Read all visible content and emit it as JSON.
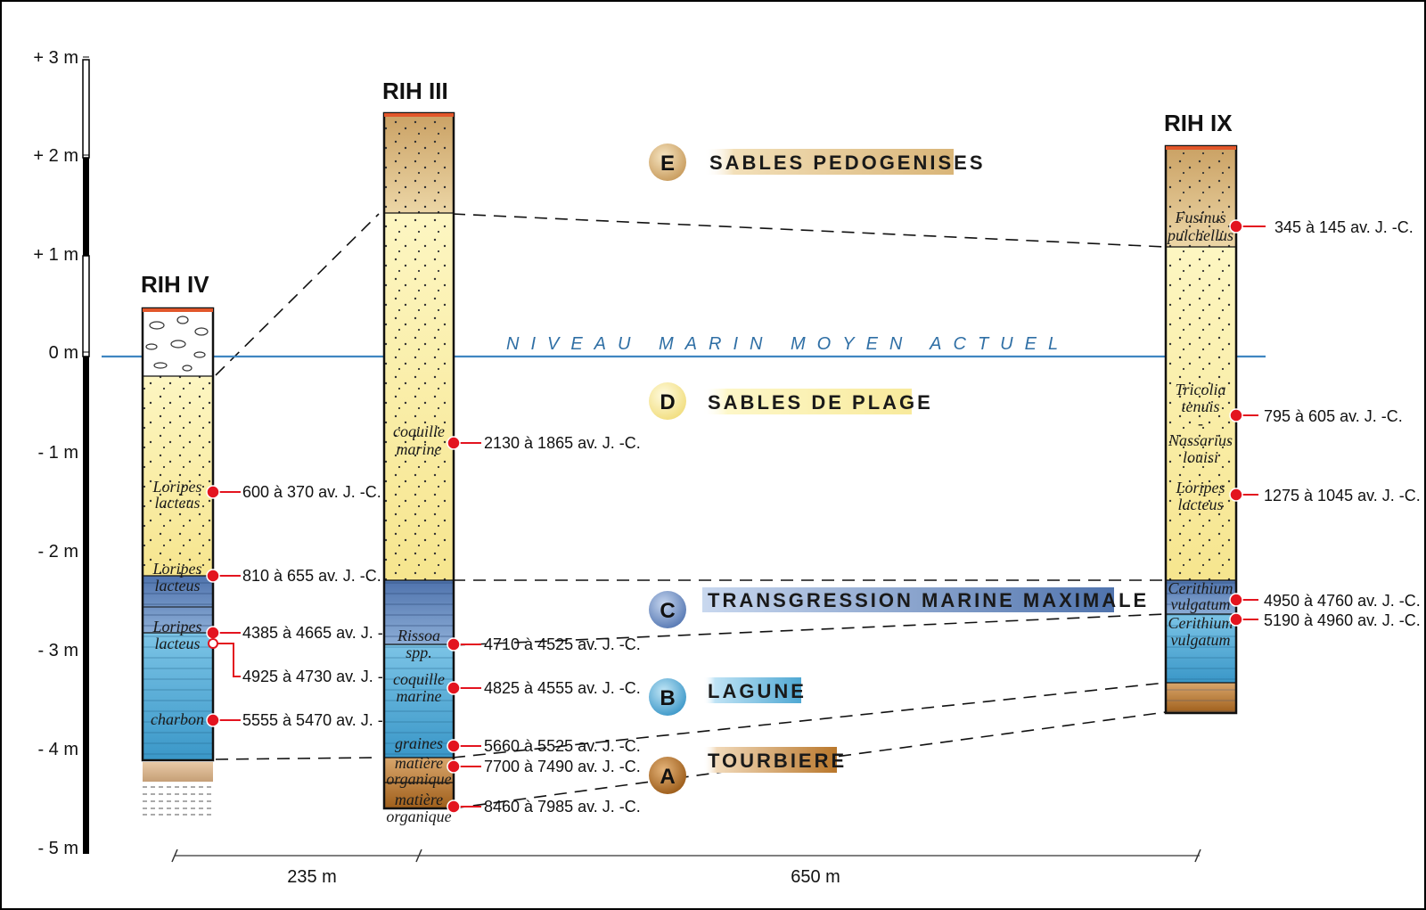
{
  "axis": {
    "ticks": [
      "+ 3 m",
      "+ 2 m",
      "+ 1 m",
      "0 m",
      "- 1 m",
      "- 2 m",
      "- 3 m",
      "- 4 m",
      "- 5 m"
    ]
  },
  "columns": {
    "c4": {
      "title": "RIH IV",
      "labels": [
        [
          "Loripes",
          "lacteus"
        ],
        [
          "Loripes",
          "lacteus"
        ],
        [
          "Loripes",
          "lacteus"
        ],
        [
          "charbon"
        ]
      ],
      "dates": [
        "600 à 370 av. J. -C.",
        "810 à 655 av. J. -C.",
        "4385 à 4665 av. J. -C.",
        "4925 à 4730 av. J. -C.",
        "5555 à 5470 av. J. -C."
      ]
    },
    "c3": {
      "title": "RIH III",
      "labels": [
        [
          "coquille",
          "marine"
        ],
        [
          "Rissoa",
          "spp."
        ],
        [
          "coquille",
          "marine"
        ],
        [
          "graines"
        ],
        [
          "matière",
          "organique"
        ],
        [
          "matière",
          "organique"
        ]
      ],
      "dates": [
        "2130 à 1865 av. J. -C.",
        "4710 à 4525 av. J. -C.",
        "4825 à 4555 av. J. -C.",
        "5660 à 5525 av. J. -C.",
        "7700 à 7490 av. J. -C.",
        "8460 à 7985 av. J. -C."
      ]
    },
    "c9": {
      "title": "RIH IX",
      "labels": [
        [
          "Fusinus",
          "pulchellus"
        ],
        [
          "Tricolia",
          "tenuis",
          "-",
          "Nassarius",
          "louisi"
        ],
        [
          "Loripes",
          "lacteus"
        ],
        [
          "Cerithium",
          "vulgatum"
        ],
        [
          "Cerithium",
          "vulgatum"
        ]
      ],
      "dates": [
        "345 à 145 av. J. -C.",
        "795 à 605 av. J. -C.",
        "1275 à 1045 av. J. -C.",
        "4950 à 4760 av. J. -C.",
        "5190 à 4960 av. J. -C."
      ]
    }
  },
  "sea_level": "NIVEAU MARIN MOYEN ACTUEL",
  "legend": [
    {
      "letter": "E",
      "label": "SABLES PEDOGENISES",
      "color": "#d9b578"
    },
    {
      "letter": "D",
      "label": "SABLES DE PLAGE",
      "color": "#fbf1a8"
    },
    {
      "letter": "C",
      "label": "TRANSGRESSION MARINE MAXIMALE",
      "color": "#6a8fc2"
    },
    {
      "letter": "B",
      "label": "LAGUNE",
      "color": "#4fa8d3"
    },
    {
      "letter": "A",
      "label": "TOURBIERE",
      "color": "#b9772b"
    }
  ],
  "distances": [
    "235 m",
    "650 m"
  ],
  "colors": {
    "pedogenic": "#d9b578",
    "beach": "#fbf1a8",
    "transgression": "#6a8fc2",
    "lagoon": "#4fa8d3",
    "peat": "#b9772b",
    "sea_line": "#3f86c1",
    "sample_dot": "#e3141f"
  }
}
